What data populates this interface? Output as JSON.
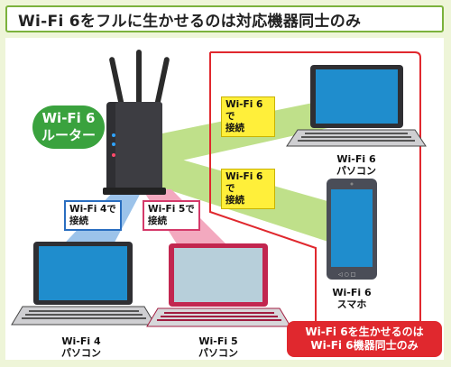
{
  "title": "Wi-Fi 6をフルに生かせるのは対応機器同士のみ",
  "router": {
    "label_line1": "Wi-Fi 6",
    "label_line2": "ルーター"
  },
  "links": [
    {
      "line1": "Wi-Fi 6で",
      "line2": "接続"
    },
    {
      "line1": "Wi-Fi 6で",
      "line2": "接続"
    },
    {
      "line1": "Wi-Fi 4で",
      "line2": "接続"
    },
    {
      "line1": "Wi-Fi 5で",
      "line2": "接続"
    }
  ],
  "devices": {
    "laptop_wifi6": {
      "line1": "Wi-Fi 6",
      "line2": "パソコン"
    },
    "phone_wifi6": {
      "line1": "Wi-Fi 6",
      "line2": "スマホ"
    },
    "laptop_wifi4": {
      "line1": "Wi-Fi 4",
      "line2": "パソコン"
    },
    "laptop_wifi5": {
      "line1": "Wi-Fi 5",
      "line2": "パソコン"
    }
  },
  "note": {
    "line1": "Wi-Fi 6を生かせるのは",
    "line2": "Wi-Fi 6機器同士のみ"
  },
  "colors": {
    "accent_green": "#7bb23c",
    "beam_green": "#bfe08a",
    "beam_blue": "#9cc3ea",
    "beam_pink": "#f3a9bf",
    "highlight_red": "#e0282e",
    "wifi4_blue": "#2a6ec0",
    "wifi5_pink": "#d43a6a"
  },
  "icons": [
    "router-icon",
    "laptop-icon",
    "smartphone-icon"
  ]
}
